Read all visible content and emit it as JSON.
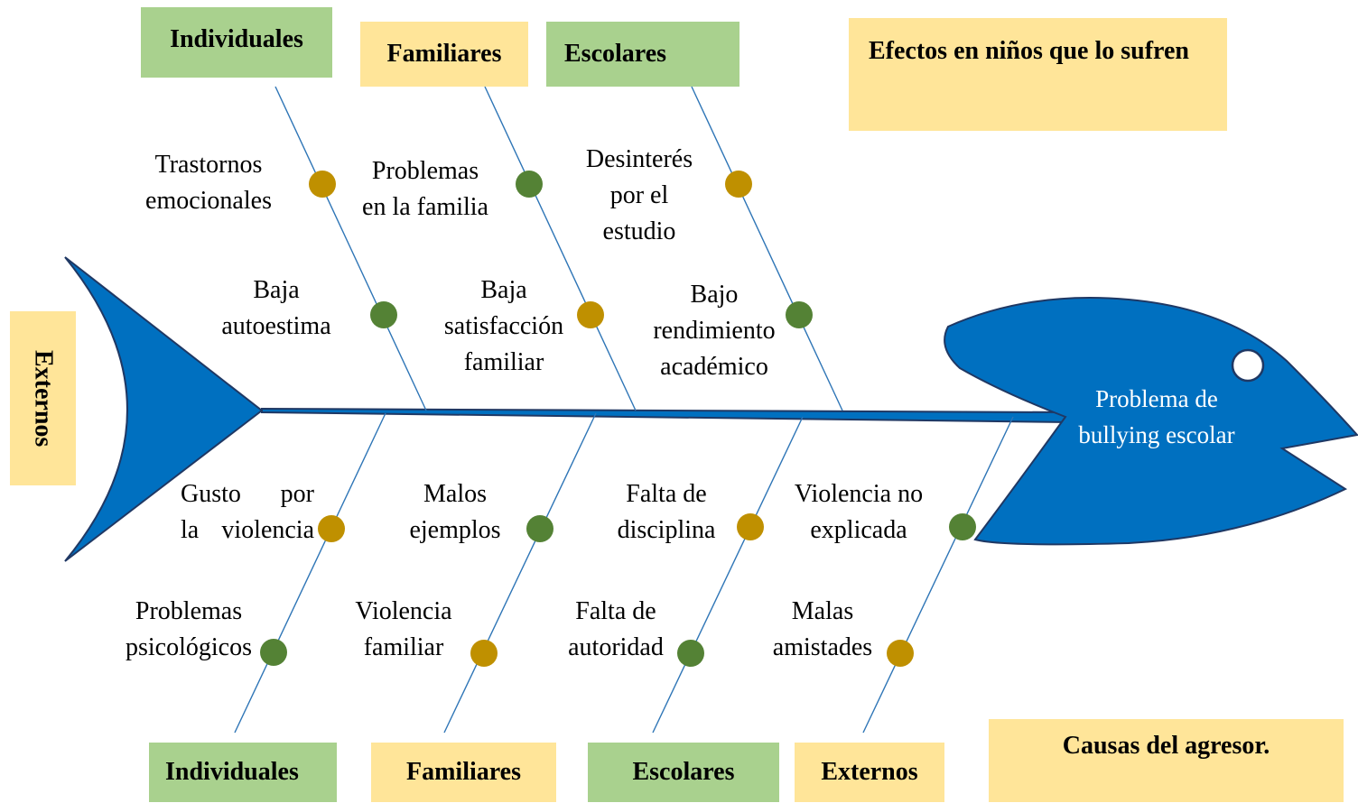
{
  "head_label": "Problema de\nbullying escolar",
  "effects_title": "Efectos en niños que lo sufren",
  "causes_title": "Causas del agresor.",
  "effects": {
    "categories": [
      "Individuales",
      "Familiares",
      "Escolares",
      "Externos"
    ],
    "items": [
      "Trastornos\nemocionales",
      "Baja\nautoestima",
      "Problemas\nen la familia",
      "Baja\nsatisfacción\nfamiliar",
      "Desinterés\npor el\nestudio",
      "Bajo\nrendimiento\nacadémico"
    ]
  },
  "causes": {
    "categories": [
      "Individuales",
      "Familiares",
      "Escolares",
      "Externos"
    ],
    "items": [
      "Gusto por\nla violencia",
      "Problemas\npsicológicos",
      "Malos\nejemplos",
      "Violencia\nfamiliar",
      "Falta de\ndisciplina",
      "Falta de\nautoridad",
      "Violencia no\nexplicada",
      "Malas\namistades"
    ]
  },
  "colors": {
    "fish": "#0070c0",
    "fish_outline": "#1f3864",
    "green_box": "#a9d18e",
    "yellow_box": "#ffe599",
    "dot_gold": "#bf9000",
    "dot_green": "#548235",
    "rib": "#2e75b6"
  }
}
